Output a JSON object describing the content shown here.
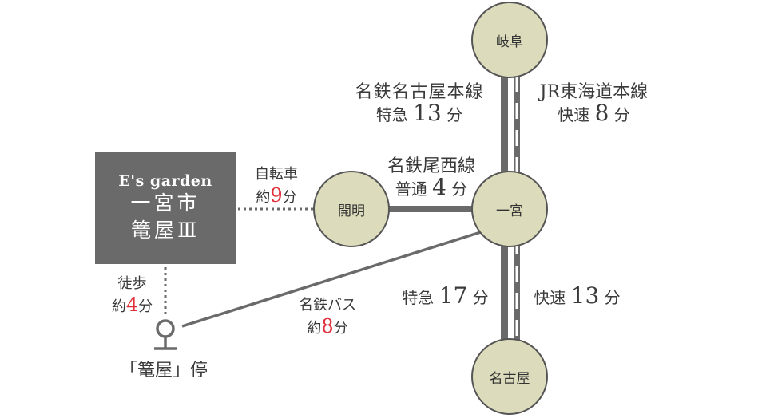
{
  "stations": {
    "gifu": "岐阜",
    "ichinomiya": "一宮",
    "kaimei": "開明",
    "nagoya": "名古屋"
  },
  "property": {
    "brand": "E's garden",
    "line1": "一宮市",
    "line2": "篭屋Ⅲ"
  },
  "bus_stop": {
    "label": "「篭屋」停"
  },
  "routes": {
    "meitetsu_main": {
      "line": "名鉄名古屋本線",
      "service": "特急",
      "minutes": "13",
      "unit": "分"
    },
    "jr_tokaido": {
      "line": "JR東海道本線",
      "service": "快速",
      "minutes": "8",
      "unit": "分"
    },
    "meitetsu_bisai": {
      "line": "名鉄尾西線",
      "service": "普通",
      "minutes": "4",
      "unit": "分"
    },
    "meitetsu_to_nagoya": {
      "service": "特急",
      "minutes": "17",
      "unit": "分"
    },
    "jr_to_nagoya": {
      "service": "快速",
      "minutes": "13",
      "unit": "分"
    },
    "bicycle": {
      "mode": "自転車",
      "prefix": "約",
      "minutes": "9",
      "unit": "分"
    },
    "walk": {
      "mode": "徒歩",
      "prefix": "約",
      "minutes": "4",
      "unit": "分"
    },
    "bus": {
      "mode": "名鉄バス",
      "prefix": "約",
      "minutes": "8",
      "unit": "分"
    }
  },
  "colors": {
    "station_fill": "#dcdcbc",
    "line_gray": "#6b6a6a",
    "accent_red": "#e0303a",
    "box": "#6b6a6a"
  }
}
